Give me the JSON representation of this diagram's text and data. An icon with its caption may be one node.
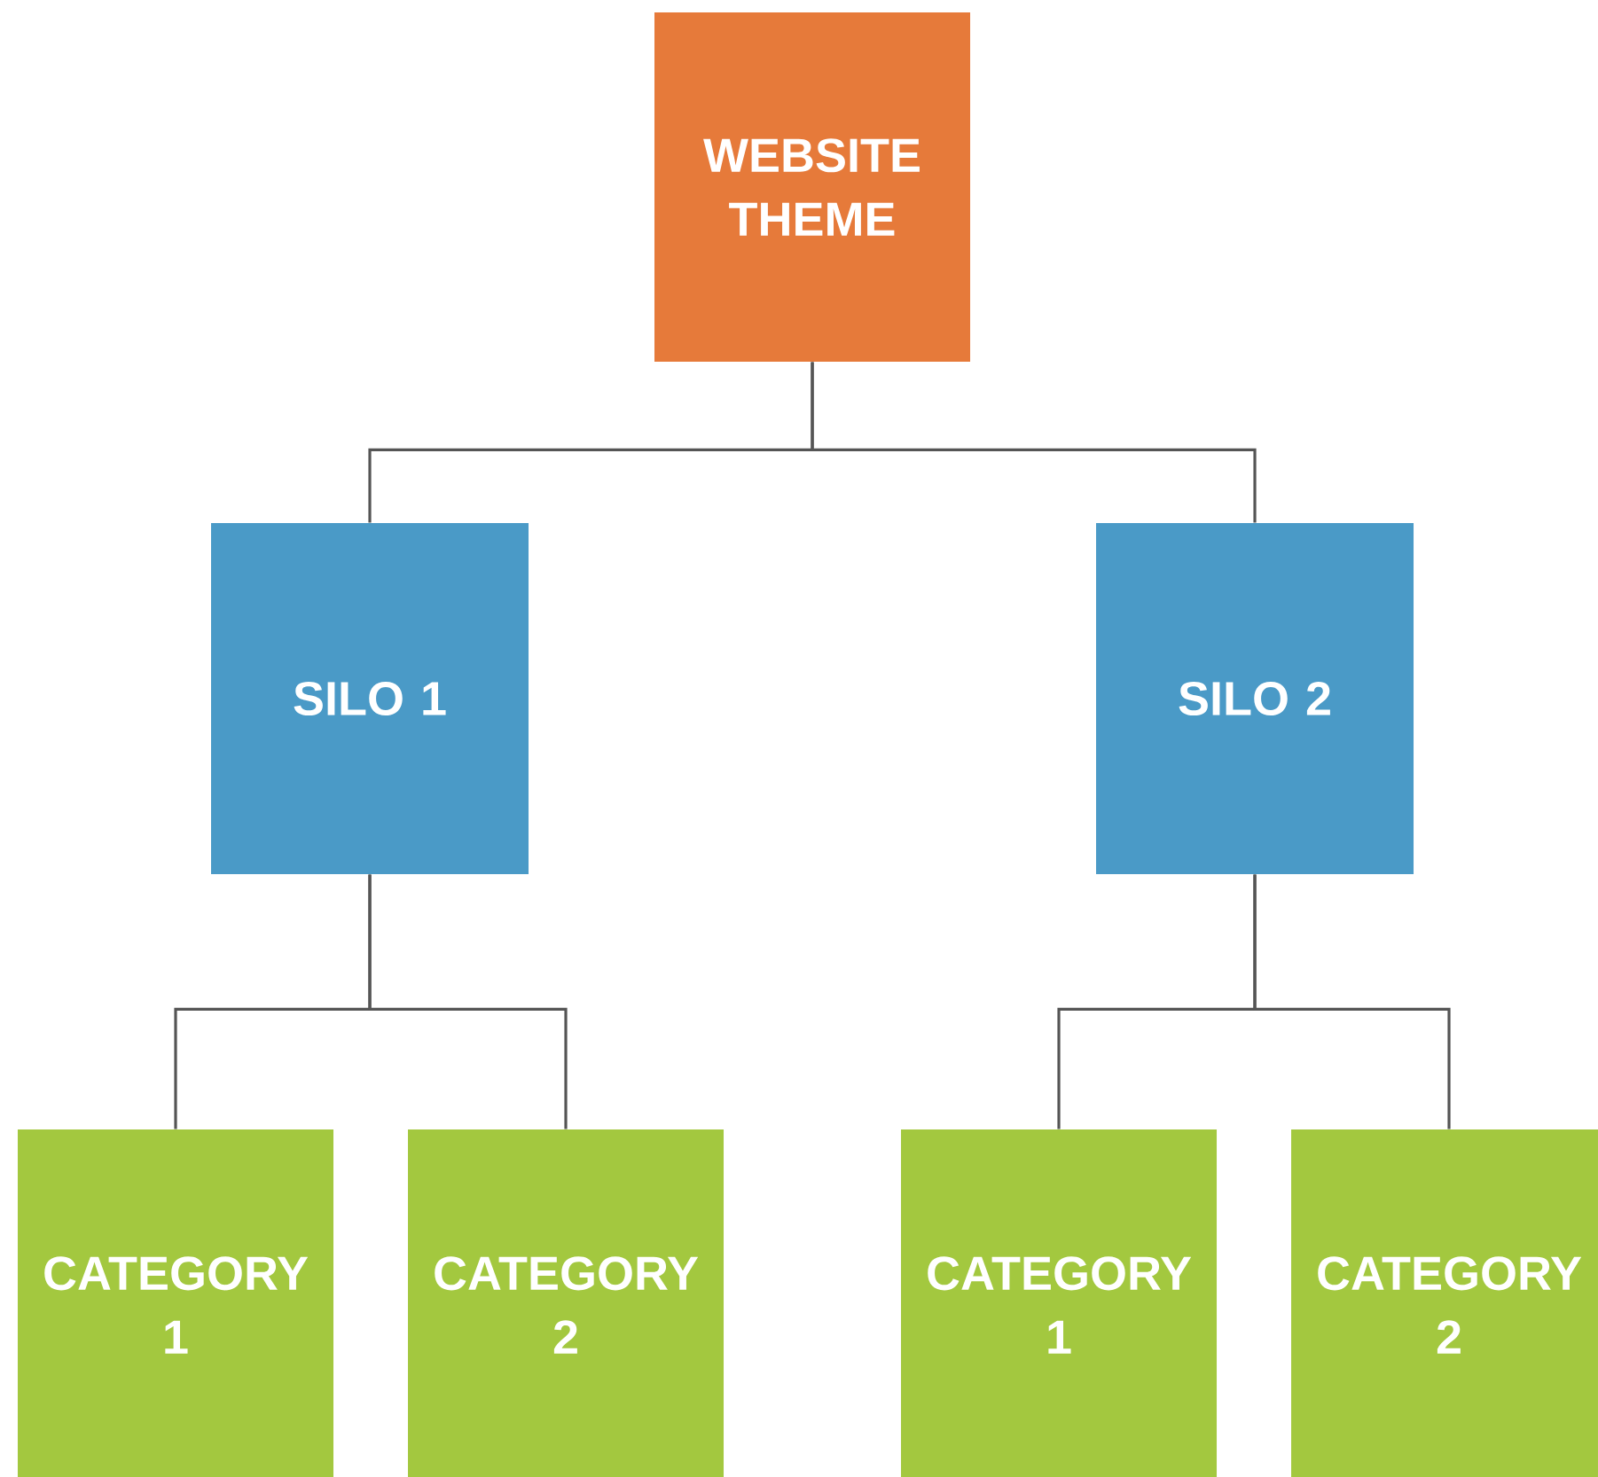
{
  "diagram": {
    "nodes": [
      {
        "text": [
          "WEBSITE THEME"
        ]
      },
      {
        "text": [
          "SILO 1"
        ]
      },
      {
        "text": [
          "SILO 2"
        ]
      },
      {
        "text": [
          "CATEGORY 1"
        ]
      },
      {
        "text": [
          "CATEGORY 2"
        ]
      },
      {
        "text": [
          "CATEGORY 1"
        ]
      },
      {
        "text": [
          "CATEGORY 2"
        ]
      }
    ],
    "edges": [
      {
        "from": 0,
        "to": 1,
        "arrow": "none"
      },
      {
        "from": 0,
        "to": 2,
        "arrow": "none"
      },
      {
        "from": 1,
        "to": 3,
        "arrow": "none"
      },
      {
        "from": 1,
        "to": 4,
        "arrow": "none"
      },
      {
        "from": 2,
        "to": 5,
        "arrow": "none"
      },
      {
        "from": 2,
        "to": 6,
        "arrow": "none"
      }
    ]
  }
}
